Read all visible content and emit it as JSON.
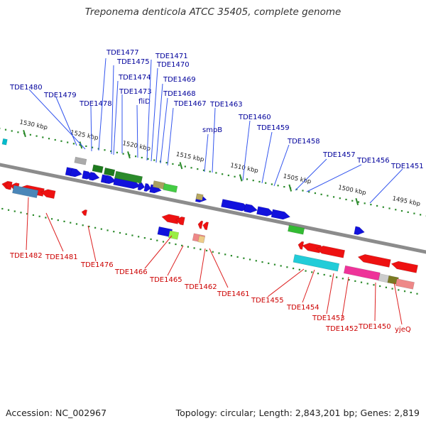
{
  "title": "Treponema denticola ATCC 35405, complete genome",
  "footer": {
    "accession": "Accession: NC_002967",
    "summary": "Topology: circular; Length: 2,843,201 bp; Genes: 2,819"
  },
  "colors": {
    "plus_label": "#00009b",
    "minus_label": "#cc0000",
    "backbone": "#8c8c8c",
    "tick": "#2a8a2a",
    "forward_cds": "#1111dd",
    "reverse_cds": "#ee1111"
  },
  "position_labels": [
    "1530 kbp",
    "1525 kbp",
    "1520 kbp",
    "1515 kbp",
    "1510 kbp",
    "1505 kbp",
    "1500 kbp",
    "1495 kbp"
  ],
  "plus_genes": [
    "TDE1480",
    "TDE1479",
    "TDE1478",
    "TDE1477",
    "TDE1475",
    "TDE1474",
    "TDE1473",
    "fliD",
    "TDE1471",
    "TDE1470",
    "TDE1469",
    "TDE1468",
    "TDE1467",
    "TDE1463",
    "smpB",
    "TDE1460",
    "TDE1459",
    "TDE1458",
    "TDE1457",
    "TDE1456",
    "TDE1451"
  ],
  "minus_genes": [
    "TDE1482",
    "TDE1481",
    "TDE1476",
    "TDE1466",
    "TDE1465",
    "TDE1462",
    "TDE1461",
    "TDE1455",
    "TDE1454",
    "TDE1453",
    "TDE1452",
    "TDE1450",
    "yjeQ"
  ]
}
